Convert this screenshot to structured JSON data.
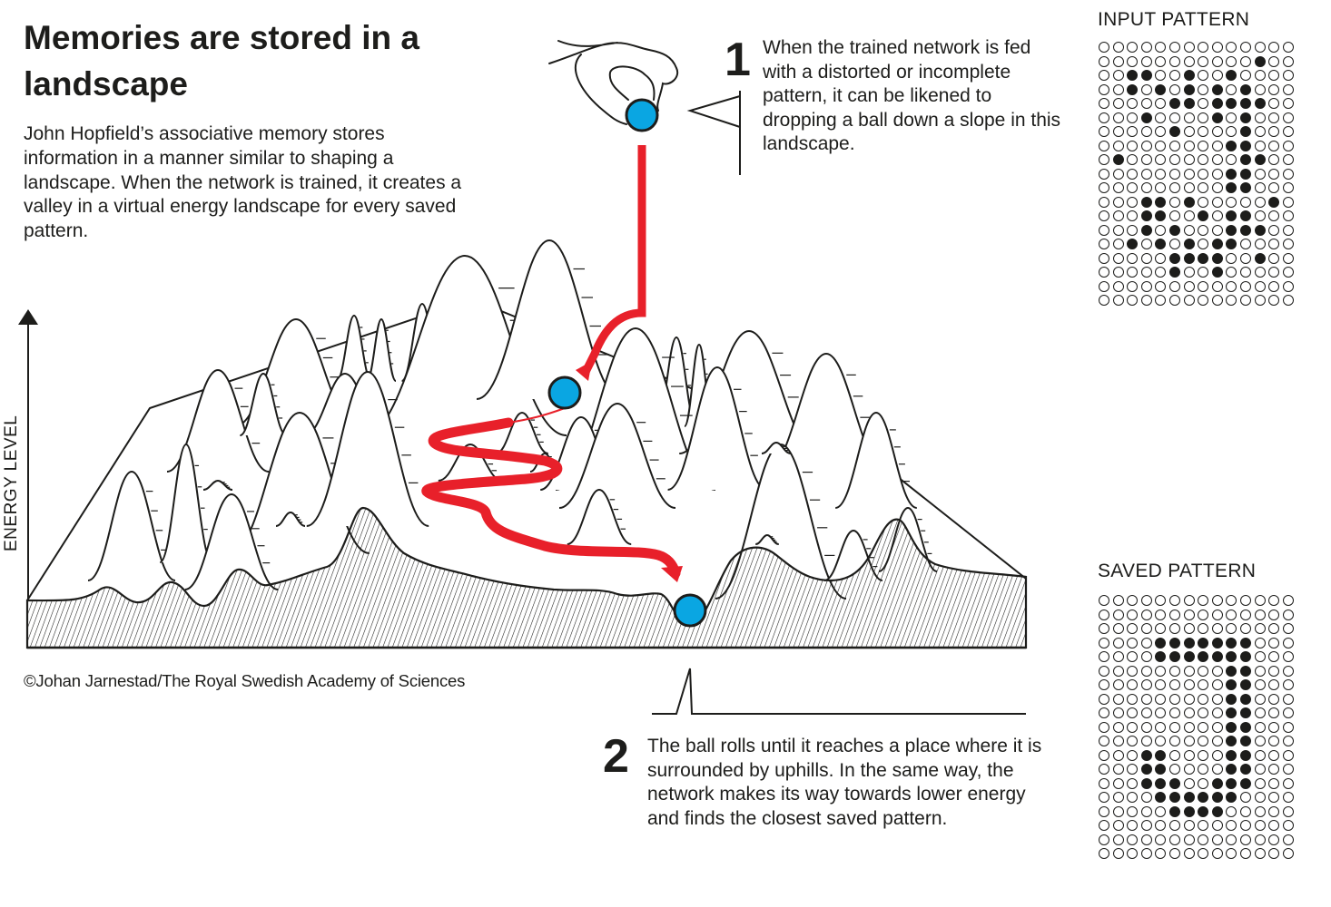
{
  "title": "Memories are stored in a landscape",
  "intro": "John Hopfield’s associative memory stores information in a manner similar to shaping a landscape. When the network is trained, it creates a valley in a virtual energy landscape for every saved pattern.",
  "axis_label": "ENERGY LEVEL",
  "steps": [
    {
      "number": "1",
      "text": "When the trained network is fed with a distorted or incomplete pattern, it can be likened to dropping a ball down a slope in this landscape."
    },
    {
      "number": "2",
      "text": "The ball rolls until it reaches a place where it is surrounded by uphills. In the same way, the network makes its way towards lower energy and finds the closest saved pattern."
    }
  ],
  "credit": "©Johan Jarnestad/The Royal Swedish Academy of Sciences",
  "colors": {
    "ball": "#0aa6e2",
    "path": "#e8202a",
    "ink": "#1d1d1b"
  },
  "input_pattern": {
    "title": "INPUT PATTERN",
    "rows": [
      "00000000000000",
      "00000000000100",
      "00110010010000",
      "00101010101000",
      "00000110111100",
      "00010000101000",
      "00000100001000",
      "00000000011000",
      "01000000001100",
      "00000000011000",
      "00000000011000",
      "00011010000010",
      "00011001011000",
      "00010100011100",
      "00101010110000",
      "00000111100100",
      "00000100100000",
      "00000000000000",
      "00000000000000"
    ]
  },
  "saved_pattern": {
    "title": "SAVED PATTERN",
    "rows": [
      "00000000000000",
      "00000000000000",
      "00000000000000",
      "00001111111000",
      "00001111111000",
      "00000000011000",
      "00000000011000",
      "00000000011000",
      "00000000011000",
      "00000000011000",
      "00000000011000",
      "00011000011000",
      "00011000011000",
      "00011100111000",
      "00001111110000",
      "00000111100000",
      "00000000000000",
      "00000000000000",
      "00000000000000"
    ]
  }
}
